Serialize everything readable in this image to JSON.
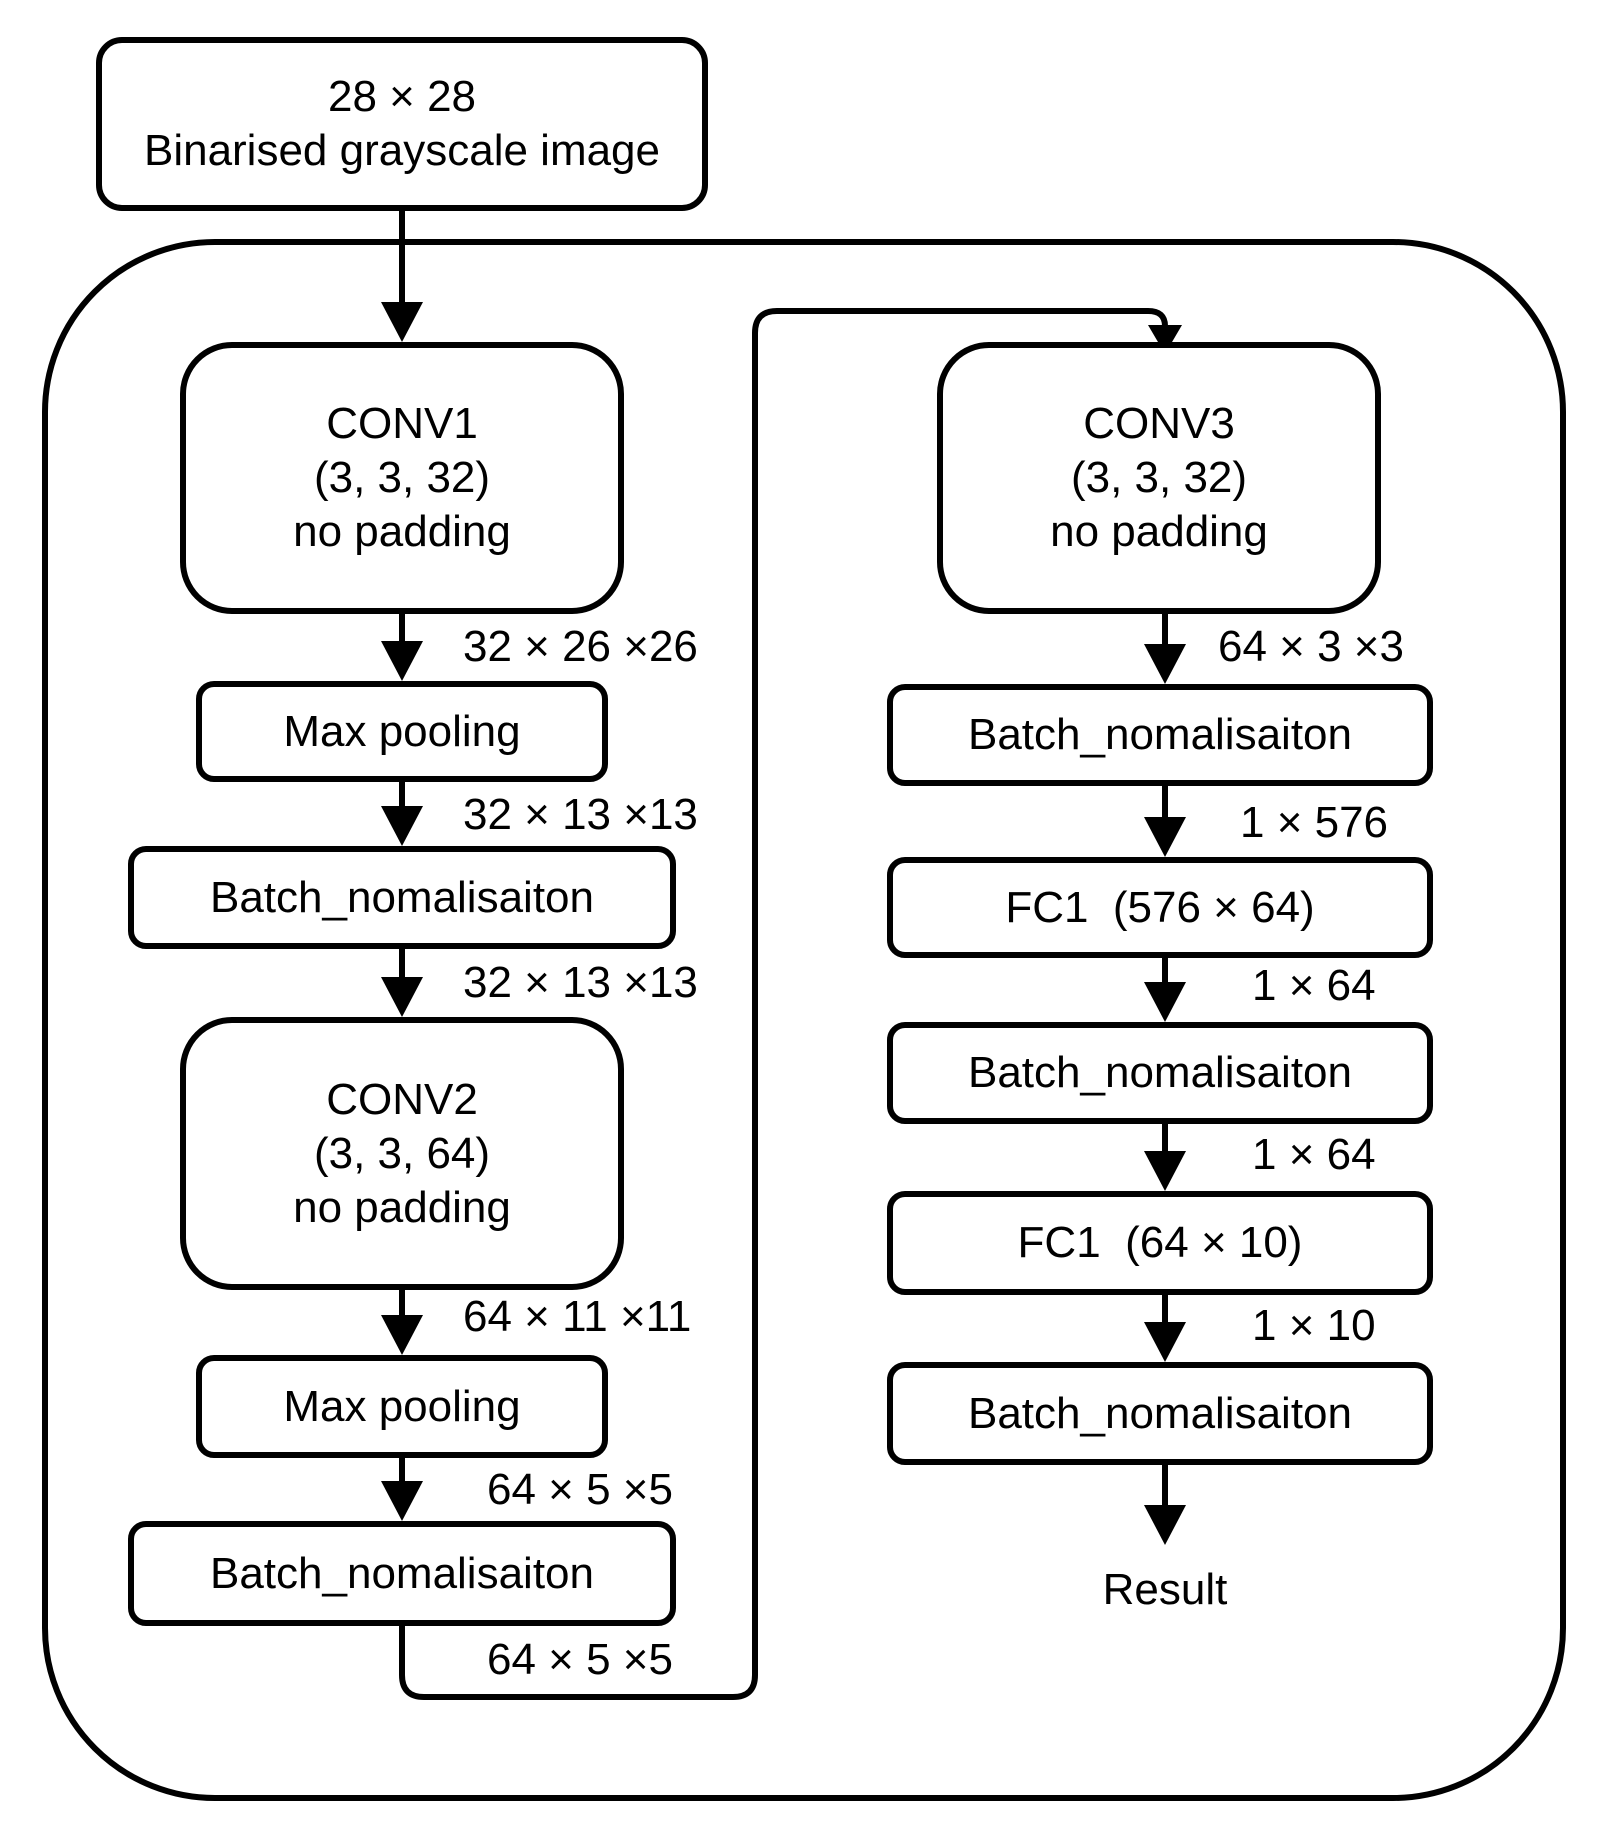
{
  "input": {
    "line1": "28 × 28",
    "line2": "Binarised grayscale image"
  },
  "left_column": {
    "conv1": {
      "name": "CONV1",
      "params": "(3, 3, 32)",
      "padding": "no padding"
    },
    "dim1": "32 × 26 ×26",
    "maxpool1": "Max pooling",
    "dim2": "32 × 13 ×13",
    "batchnorm1": "Batch_nomalisaiton",
    "dim3": "32 × 13 ×13",
    "conv2": {
      "name": "CONV2",
      "params": "(3, 3, 64)",
      "padding": "no padding"
    },
    "dim4": "64 × 11 ×11",
    "maxpool2": "Max pooling",
    "dim5": "64 × 5 ×5",
    "batchnorm2": "Batch_nomalisaiton",
    "dim6": "64 × 5 ×5"
  },
  "right_column": {
    "conv3": {
      "name": "CONV3",
      "params": "(3, 3, 32)",
      "padding": "no padding"
    },
    "dim1": "64 × 3 ×3",
    "batchnorm1": "Batch_nomalisaiton",
    "dim2": "1 × 576",
    "fc1": "FC1  (576 × 64)",
    "dim3": "1 × 64",
    "batchnorm2": "Batch_nomalisaiton",
    "dim4": "1 × 64",
    "fc2": "FC1  (64 × 10)",
    "dim5": "1 × 10",
    "batchnorm3": "Batch_nomalisaiton",
    "result": "Result"
  },
  "colors": {
    "stroke": "#000000",
    "background": "#ffffff"
  }
}
